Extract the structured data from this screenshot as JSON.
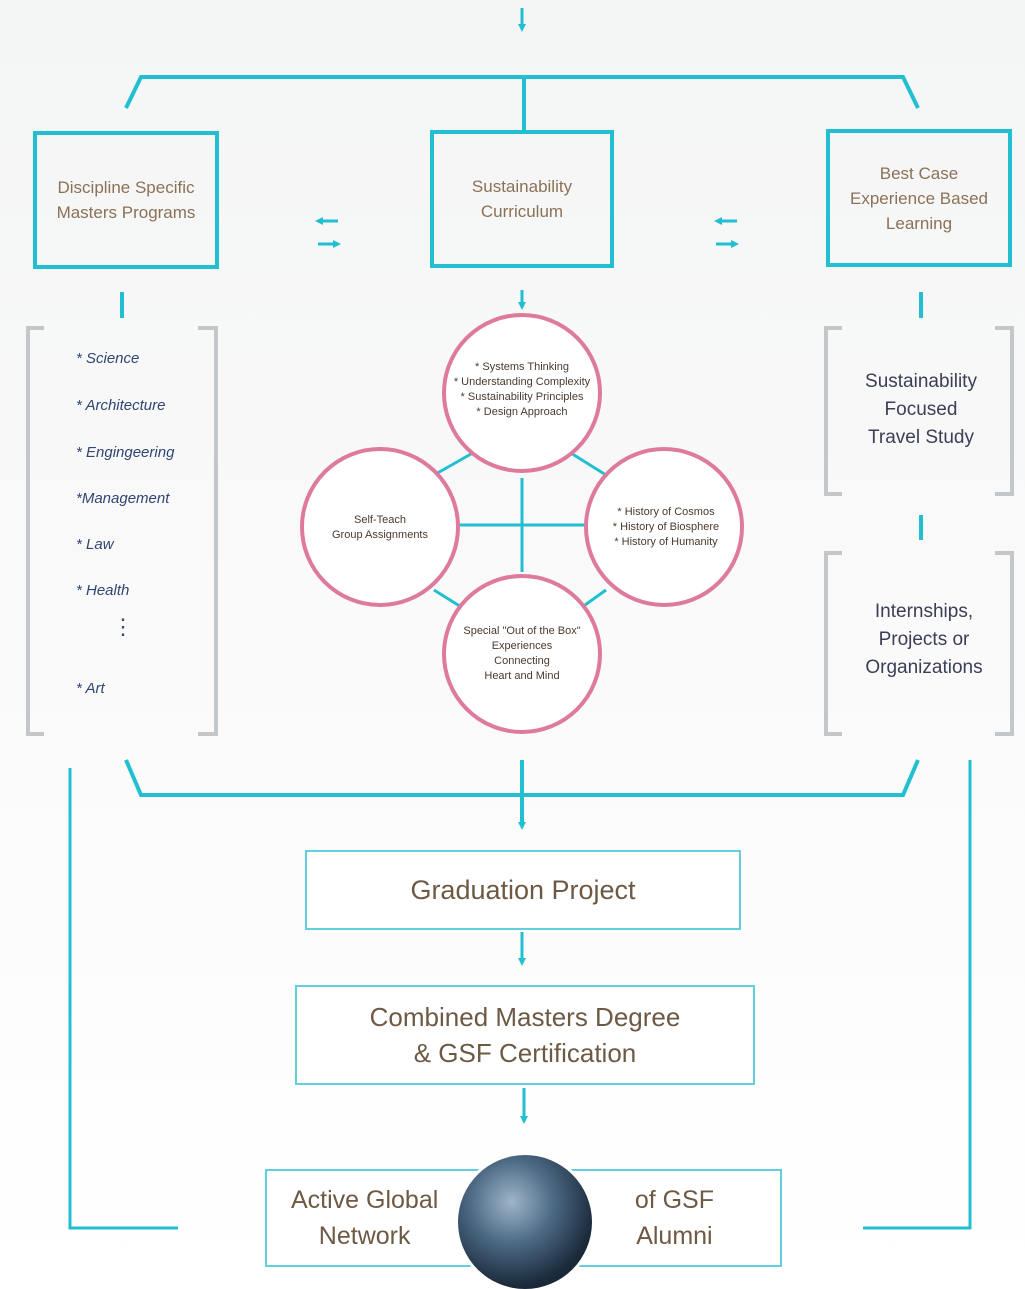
{
  "top_boxes": {
    "discipline": "Discipline Specific\nMasters Programs",
    "curriculum": "Sustainability\nCurriculum",
    "best_case": "Best Case\nExperience Based\nLearning"
  },
  "disciplines": [
    "* Science",
    "* Architecture",
    "* Engingeering",
    "*Management",
    "* Law",
    "* Health",
    "* Art"
  ],
  "circles": {
    "top": "* Systems Thinking\n* Understanding Complexity\n* Sustainability Principles\n* Design Approach",
    "left": "Self-Teach\nGroup Assignments",
    "right": "* History of Cosmos\n* History of Biosphere\n* History of Humanity",
    "bottom": "Special \"Out of the Box\"\nExperiences\nConnecting\nHeart and Mind"
  },
  "right_items": {
    "travel": "Sustainability\nFocused\nTravel Study",
    "internships": "Internships,\nProjects or\nOrganizations"
  },
  "flow": {
    "graduation": "Graduation Project",
    "degree": "Combined Masters Degree\n& GSF Certification",
    "network_left": "Active Global\nNetwork",
    "network_right": "of GSF\nAlumni"
  },
  "colors": {
    "teal": "#22bfd0",
    "pink": "#de7a9e",
    "bracket_gray": "#c4c7c9"
  }
}
